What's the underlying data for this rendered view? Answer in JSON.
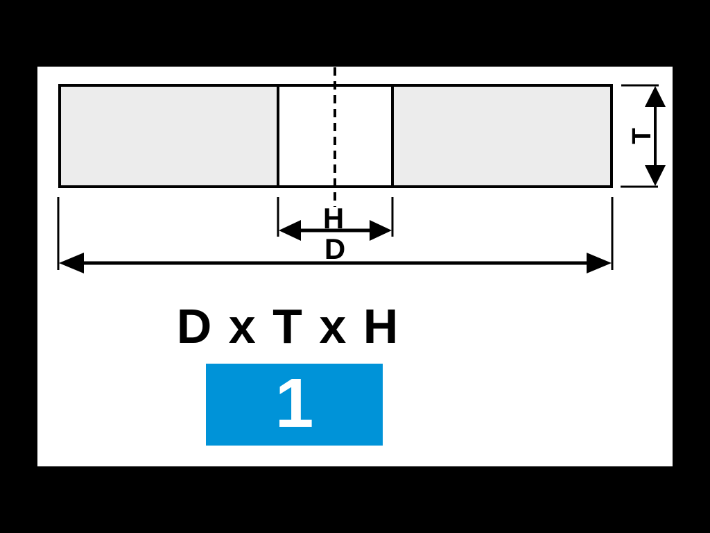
{
  "page": {
    "background": "#000000",
    "panel_background": "#ffffff"
  },
  "diagram": {
    "description": "Type 1 straight grinding wheel cross-section with dimension arrows",
    "wheel_fill": "#ececec",
    "bore_fill": "#ffffff",
    "line_color": "#000000",
    "labels": {
      "thickness": "T",
      "hole": "H",
      "diameter": "D"
    }
  },
  "formula": {
    "text": "D x T x H",
    "color": "#000000"
  },
  "type_badge": {
    "number": "1",
    "background": "#0093d8",
    "color": "#ffffff"
  }
}
